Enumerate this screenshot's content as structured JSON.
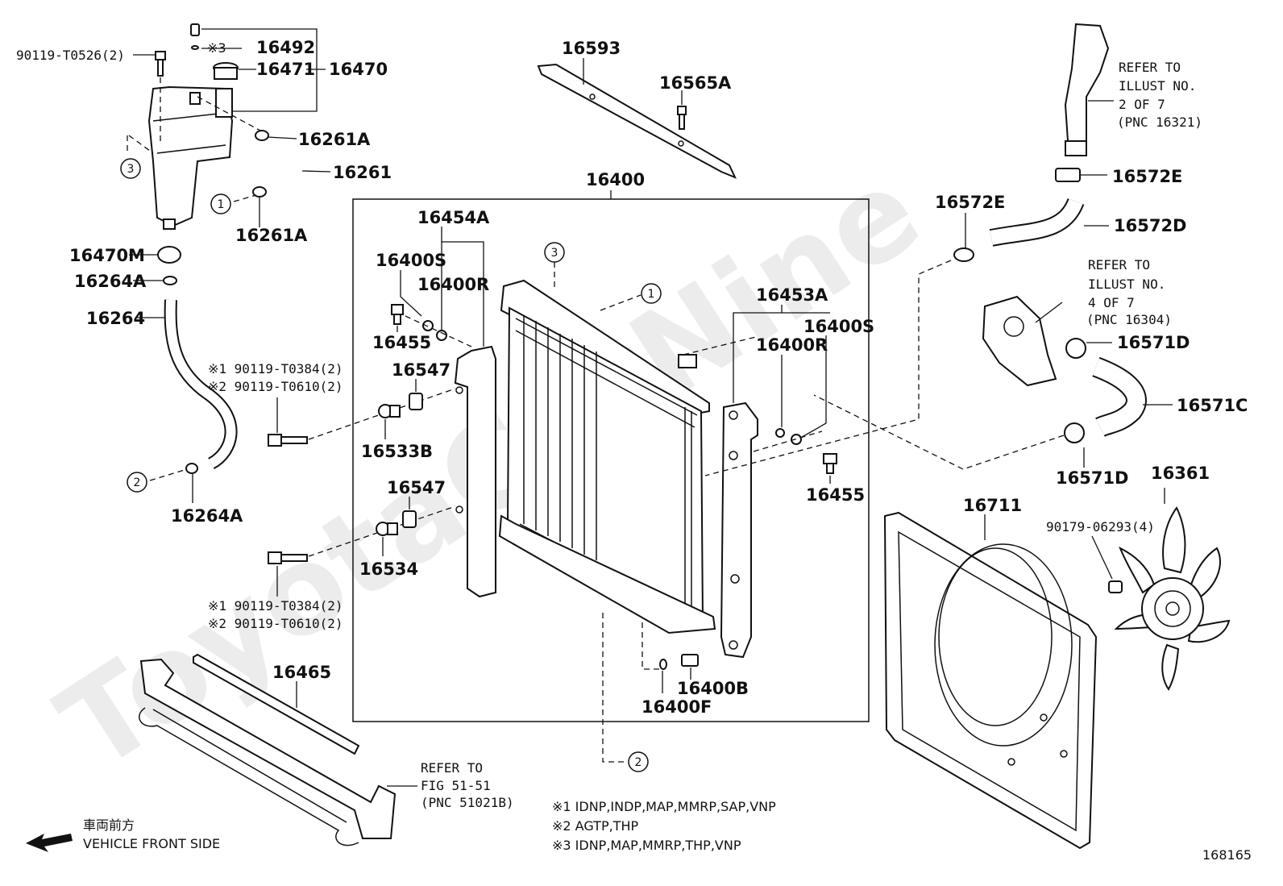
{
  "watermark": "ToyotaCarNine",
  "diagram_id": "168165",
  "parts": {
    "p_90119_T0526": "90119-T0526(2)",
    "p_16492": "16492",
    "p_16492_mark": "※3",
    "p_16471": "16471",
    "p_16470": "16470",
    "p_16261A_top": "16261A",
    "p_16261": "16261",
    "p_16261A_bot": "16261A",
    "p_16470M": "16470M",
    "p_16264A_top": "16264A",
    "p_16264": "16264",
    "p_16264A_bot": "16264A",
    "p_bolt_upper_1": "※1 90119-T0384(2)",
    "p_bolt_upper_2": "※2 90119-T0610(2)",
    "p_bolt_lower_1": "※1 90119-T0384(2)",
    "p_bolt_lower_2": "※2 90119-T0610(2)",
    "p_16593": "16593",
    "p_16565A": "16565A",
    "p_16400": "16400",
    "p_16454A": "16454A",
    "p_16400S_left": "16400S",
    "p_16400R_left": "16400R",
    "p_16455_left": "16455",
    "p_16547_upper": "16547",
    "p_16533B": "16533B",
    "p_16547_lower": "16547",
    "p_16534": "16534",
    "p_16453A": "16453A",
    "p_16400S_right": "16400S",
    "p_16400R_right": "16400R",
    "p_16455_right": "16455",
    "p_16400B": "16400B",
    "p_16400F": "16400F",
    "p_16465": "16465",
    "p_16572E_right": "16572E",
    "p_16572E_left": "16572E",
    "p_16572D": "16572D",
    "p_16571D_top": "16571D",
    "p_16571C": "16571C",
    "p_16571D_bot": "16571D",
    "p_16711": "16711",
    "p_16361": "16361",
    "p_90179": "90179-06293(4)"
  },
  "refs": {
    "ref1": [
      "REFER TO",
      "ILLUST NO.",
      "2 OF 7",
      "(PNC 16321)"
    ],
    "ref2": [
      "REFER TO",
      "ILLUST NO.",
      "4 OF 7",
      "(PNC 16304)"
    ],
    "ref3": [
      "REFER TO",
      "FIG 51-51",
      "(PNC 51021B)"
    ]
  },
  "circles": {
    "c1": "1",
    "c2": "2",
    "c3": "3"
  },
  "notes": {
    "n1": "※1 IDNP,INDP,MAP,MMRP,SAP,VNP",
    "n2": "※2 AGTP,THP",
    "n3": "※3 IDNP,MAP,MMRP,THP,VNP"
  },
  "front": {
    "jp": "車両前方",
    "en": "VEHICLE FRONT SIDE"
  }
}
